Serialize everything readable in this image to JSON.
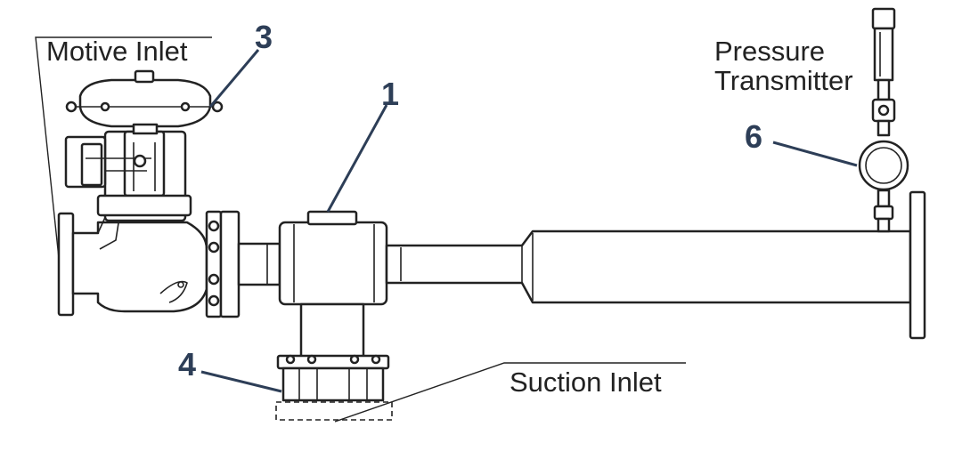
{
  "labels": {
    "motive_inlet": "Motive Inlet",
    "pressure": "Pressure",
    "transmitter": "Transmitter",
    "suction_inlet": "Suction Inlet"
  },
  "callouts": {
    "c1": "1",
    "c3": "3",
    "c4": "4",
    "c6": "6"
  },
  "colors": {
    "callout": "#2d3e57",
    "line": "#222222"
  }
}
